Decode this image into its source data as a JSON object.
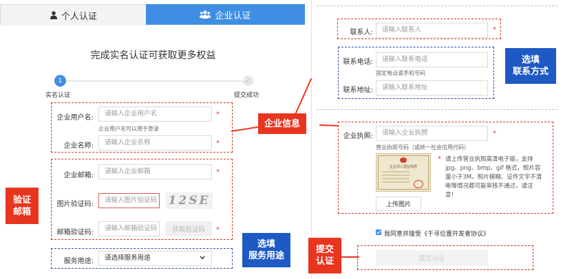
{
  "tabs": {
    "personal": {
      "icon": "user-icon",
      "label": "个人认证"
    },
    "company": {
      "icon": "group-icon",
      "label": "企业认证"
    }
  },
  "main_title": "完成实名认证可获取更多权益",
  "steps": [
    {
      "marker": "1",
      "label": "实名认证"
    },
    {
      "marker": "✓",
      "label": "提交成功"
    }
  ],
  "left_form": {
    "username": {
      "label": "企业用户名:",
      "placeholder": "请输入企业用户名",
      "hint": "企业用户名可以用于登录"
    },
    "company_name": {
      "label": "企业名称:",
      "placeholder": "请输入企业名称"
    },
    "email": {
      "label": "企业邮箱:",
      "placeholder": "请输入企业邮箱"
    },
    "captcha": {
      "label": "图片验证码:",
      "placeholder": "请输入图片验证码",
      "captcha_text": "12SE"
    },
    "email_code": {
      "label": "邮箱验证码:",
      "placeholder": "请输入邮箱验证码",
      "button": "获取验证码"
    },
    "service": {
      "label": "服务用途:",
      "selected": "请选择服务用途"
    }
  },
  "right_form": {
    "contact": {
      "label": "联系人:",
      "placeholder": "请输入联系人"
    },
    "phone": {
      "label": "联系电话:",
      "placeholder": "请输入联系电话",
      "hint": "固定电话或手机号码"
    },
    "address": {
      "label": "联系地址:",
      "placeholder": "请输入联系地址"
    },
    "license": {
      "label": "企业执照:",
      "placeholder": "请输入企业执照",
      "hint": "营业执照号码（或统一社会信用代码）"
    },
    "license_image_title": "企业法人营业执照",
    "upload_note": "请上传营业执照高清电子版，支持 jpg、png、bmp、gif 格式，照片容量小于3M。照片模糊、证件文字不清晰等情况都可能审核不通过，请注意！",
    "upload_button": "上传图片",
    "agreement": "我同意并接受《千寻位置开发者协议》",
    "submit": "提交认证"
  },
  "callouts": {
    "company_info": "企业信息",
    "verify_email": [
      "验证",
      "邮箱"
    ],
    "service_optional": [
      "选填",
      "服务用途"
    ],
    "contact_optional": [
      "选填",
      "联系方式"
    ],
    "submit": [
      "提交",
      "认证"
    ]
  },
  "colors": {
    "accent": "#3f8ee4",
    "annotation_red": "#e8351f",
    "annotation_blue": "#1e59c4"
  }
}
